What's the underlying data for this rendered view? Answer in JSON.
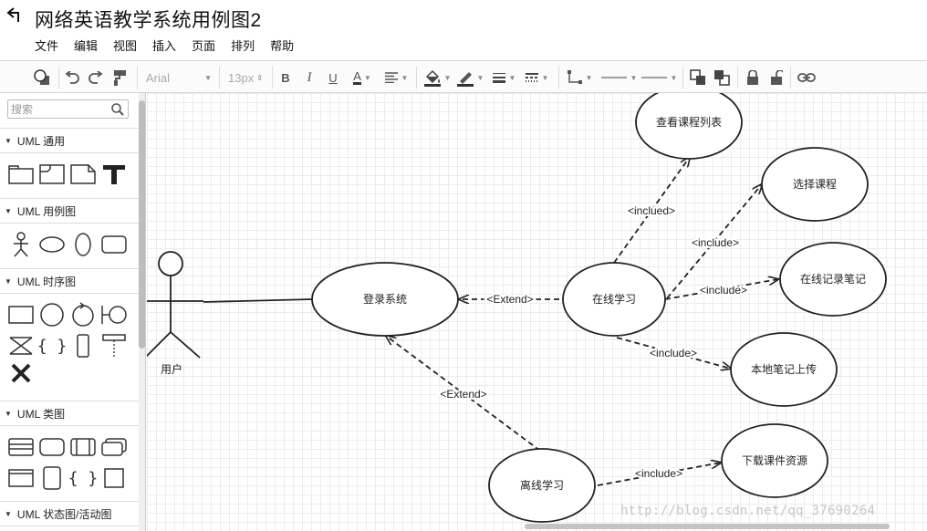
{
  "header": {
    "title": "网络英语教学系统用例图2",
    "menu": [
      "文件",
      "编辑",
      "视图",
      "插入",
      "页面",
      "排列",
      "帮助"
    ]
  },
  "toolbar": {
    "font_family": "Arial",
    "font_size": "13px",
    "bold": "B",
    "italic": "I",
    "underline": "U",
    "font_color": "A",
    "items": [
      "format-panel-icon",
      "undo-icon",
      "redo-icon",
      "format-painter-icon",
      "bold-icon",
      "italic-icon",
      "underline-icon",
      "font-color-icon",
      "align-icon",
      "fill-color-icon",
      "line-color-icon",
      "line-width-icon",
      "line-style-icon",
      "waypoint-icon",
      "line-start-icon",
      "line-end-icon",
      "to-front-icon",
      "to-back-icon",
      "lock-icon",
      "unlock-icon",
      "link-icon"
    ]
  },
  "sidebar": {
    "search_placeholder": "搜索",
    "sections": [
      {
        "label": "UML 通用"
      },
      {
        "label": "UML 用例图"
      },
      {
        "label": "UML 时序图"
      },
      {
        "label": "UML 类图"
      },
      {
        "label": "UML 状态图/活动图"
      }
    ]
  },
  "diagram": {
    "actor": "用户",
    "use_cases": {
      "login": "登录系统",
      "online": "在线学习",
      "offline": "离线学习",
      "view_courses": "查看课程列表",
      "select_course": "选择课程",
      "online_notes": "在线记录笔记",
      "upload_notes": "本地笔记上传",
      "download": "下载课件资源"
    },
    "relations": {
      "extend_online": "<Extend>",
      "extend_offline": "<Extend>",
      "inclued_view": "<inclued>",
      "include_select": "<include>",
      "include_notes": "<include>",
      "include_upload": "<include>",
      "include_download": "<include>"
    }
  },
  "watermark": "http://blog.csdn.net/qq_37690264",
  "colors": {
    "grid": "#ececec",
    "stroke": "#222222",
    "toolbar_bg": "#fbfbfb"
  }
}
